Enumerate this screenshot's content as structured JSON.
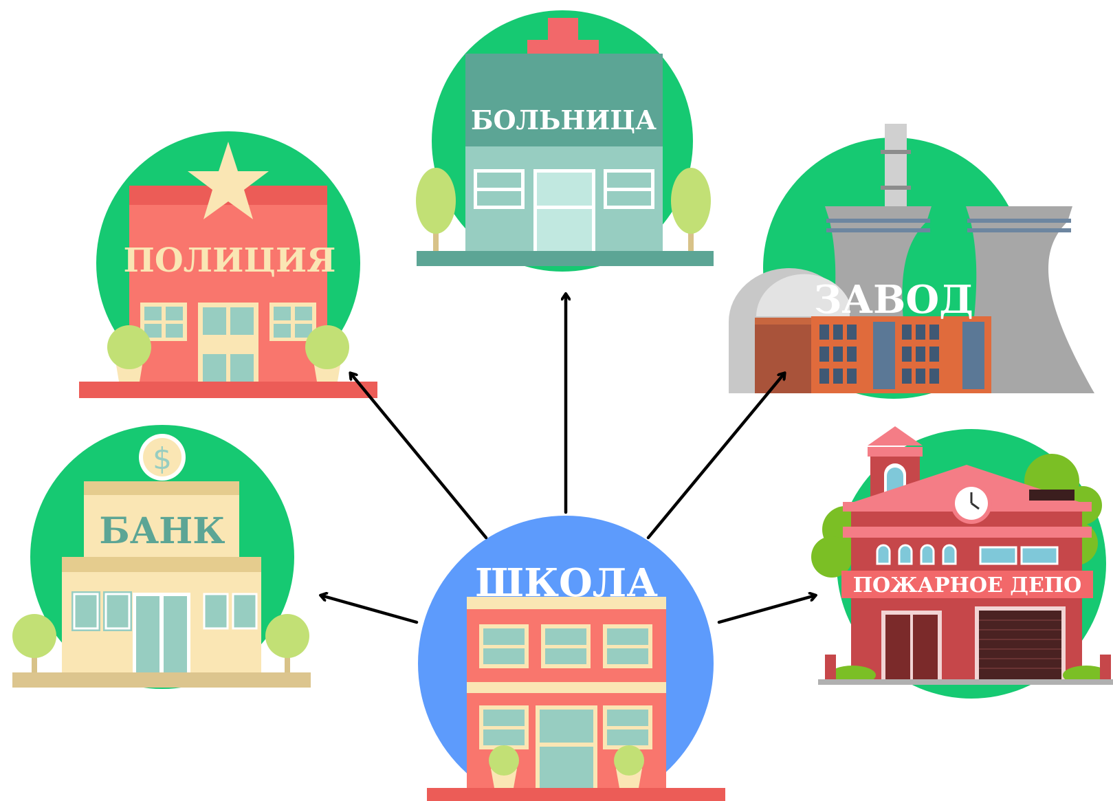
{
  "center": {
    "label": "ШКОЛА"
  },
  "buildings": {
    "hospital": {
      "label": "БОЛЬНИЦА"
    },
    "police": {
      "label": "ПОЛИЦИЯ"
    },
    "factory": {
      "label": "ЗАВОД"
    },
    "bank": {
      "label": "БАНК"
    },
    "fire_station": {
      "label": "ПОЖАРНОЕ ДЕПО"
    }
  },
  "colors": {
    "green_circle": "#16c972",
    "blue_circle": "#5d9bfc",
    "arrow": "#000000",
    "school_wall": "#f9766d",
    "hospital_wall": "#97cdc1",
    "police_wall": "#f9766d",
    "bank_wall": "#fae6b4",
    "factory_tower": "#a7a7a7",
    "fire_wall": "#c6474a"
  }
}
